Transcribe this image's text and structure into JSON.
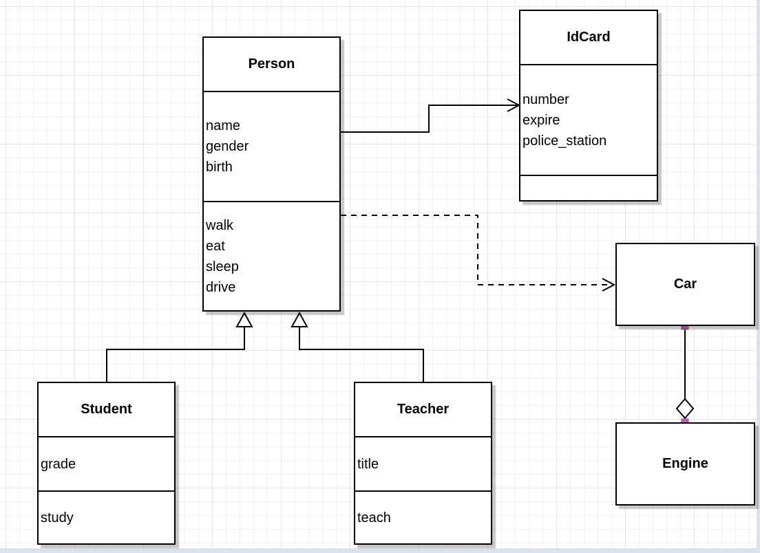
{
  "canvas": {
    "grid_minor_color": "#f1f1f1",
    "grid_major_color": "#e7e7e7",
    "edge_strip_color": "#dbe2ec",
    "handle_color": "#ba65b4"
  },
  "classes": {
    "person": {
      "name": "Person",
      "attributes": [
        "name",
        "gender",
        "birth"
      ],
      "methods": [
        "walk",
        "eat",
        "sleep",
        "drive"
      ]
    },
    "idcard": {
      "name": "IdCard",
      "attributes": [
        "number",
        "expire",
        "police_station"
      ],
      "methods": []
    },
    "car": {
      "name": "Car"
    },
    "engine": {
      "name": "Engine"
    },
    "student": {
      "name": "Student",
      "attributes": [
        "grade"
      ],
      "methods": [
        "study"
      ]
    },
    "teacher": {
      "name": "Teacher",
      "attributes": [
        "title"
      ],
      "methods": [
        "teach"
      ]
    }
  },
  "relationships": [
    {
      "from": "Person",
      "to": "IdCard",
      "type": "association",
      "line": "solid",
      "arrow": "open"
    },
    {
      "from": "Person",
      "to": "Car",
      "type": "dependency",
      "line": "dashed",
      "arrow": "open"
    },
    {
      "from": "Student",
      "to": "Person",
      "type": "generalization",
      "line": "solid",
      "arrow": "hollow-triangle"
    },
    {
      "from": "Teacher",
      "to": "Person",
      "type": "generalization",
      "line": "solid",
      "arrow": "hollow-triangle"
    },
    {
      "from": "Car",
      "to": "Engine",
      "type": "aggregation",
      "line": "solid",
      "arrow": "hollow-diamond",
      "endpoint_handles": true
    }
  ]
}
